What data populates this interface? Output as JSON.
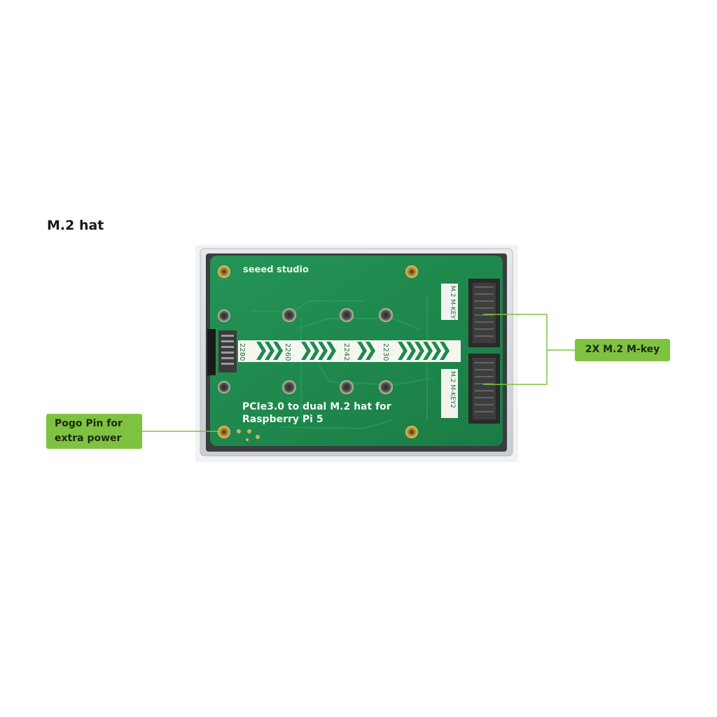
{
  "heading": "M.2 hat",
  "callouts": {
    "mkey": "2X M.2 M-key",
    "pogo_line1": "Pogo Pin for",
    "pogo_line2": "extra power"
  },
  "pcb": {
    "brand": "seeed studio",
    "title_line1": "PCIe3.0 to dual M.2 hat for",
    "title_line2": "Raspberry Pi 5",
    "length_marks": [
      "2280",
      "2260",
      "2242",
      "2230"
    ],
    "slot1_label": "M.2 M-KEY1",
    "slot2_label": "M.2 M-KEY2"
  },
  "colors": {
    "pcb_green": "#1f8a4c",
    "callout_green": "#7fc241",
    "enclosure": "#d7d9dc"
  }
}
